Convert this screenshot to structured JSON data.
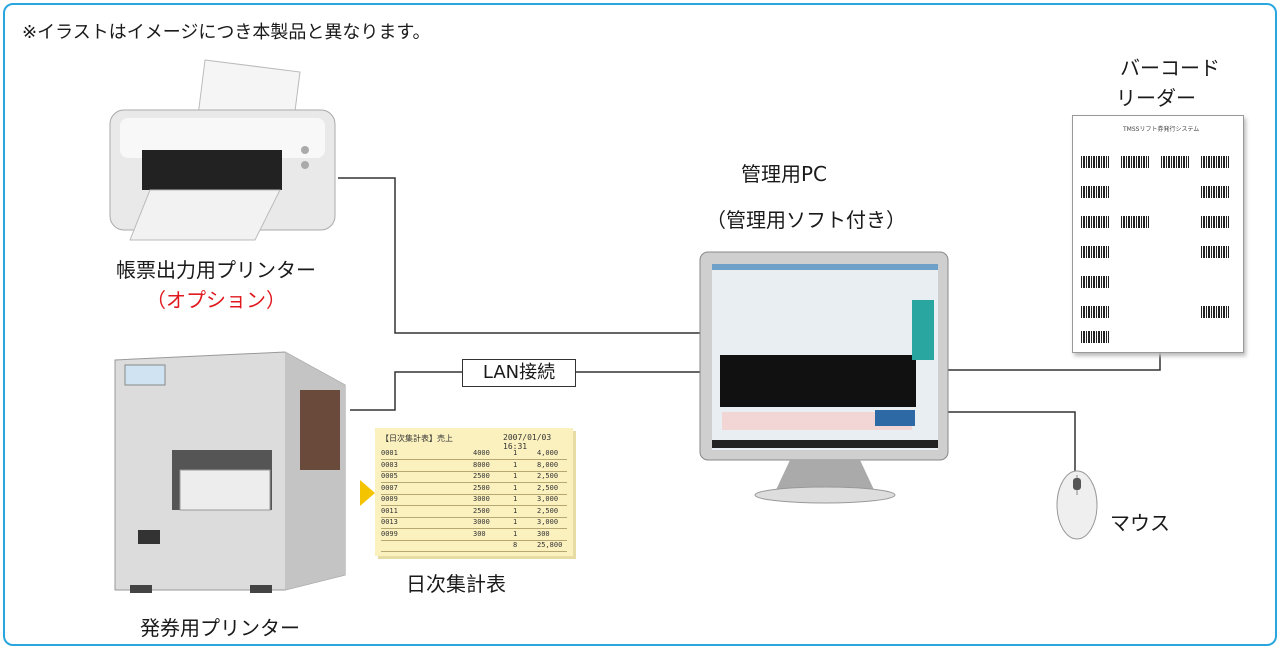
{
  "notice": "※イラストはイメージにつき本製品と異なります。",
  "pc": {
    "title": "管理用PC",
    "subtitle": "（管理用ソフト付き）"
  },
  "barcode_reader": {
    "line1": "バーコード",
    "line2": "リーダー",
    "sheet_title": "TMSSリフト券発行システム"
  },
  "ledger_printer": {
    "label": "帳票出力用プリンター",
    "option": "（オプション）"
  },
  "ticket_printer": {
    "label": "発券用プリンター"
  },
  "lan": {
    "label": "LAN接続"
  },
  "daily_report": {
    "label": "日次集計表",
    "header_left": "【日次集計表】売上",
    "header_right": "2007/01/03 16:31",
    "rows": [
      {
        "code": "0001",
        "qty": "4000",
        "n": "1",
        "amount": "4,000"
      },
      {
        "code": "0003",
        "qty": "8000",
        "n": "1",
        "amount": "8,000"
      },
      {
        "code": "0005",
        "qty": "2500",
        "n": "1",
        "amount": "2,500"
      },
      {
        "code": "0007",
        "qty": "2500",
        "n": "1",
        "amount": "2,500"
      },
      {
        "code": "0009",
        "qty": "3000",
        "n": "1",
        "amount": "3,000"
      },
      {
        "code": "0011",
        "qty": "2500",
        "n": "1",
        "amount": "2,500"
      },
      {
        "code": "0013",
        "qty": "3000",
        "n": "1",
        "amount": "3,000"
      },
      {
        "code": "0099",
        "qty": "300",
        "n": "1",
        "amount": "300"
      },
      {
        "code": "",
        "qty": "",
        "n": "8",
        "amount": "25,800"
      }
    ]
  },
  "mouse": {
    "label": "マウス"
  },
  "colors": {
    "frame": "#2aa6de",
    "option_text": "#e0191f",
    "report_paper": "#fbf1bf",
    "arrow": "#f5c400"
  }
}
